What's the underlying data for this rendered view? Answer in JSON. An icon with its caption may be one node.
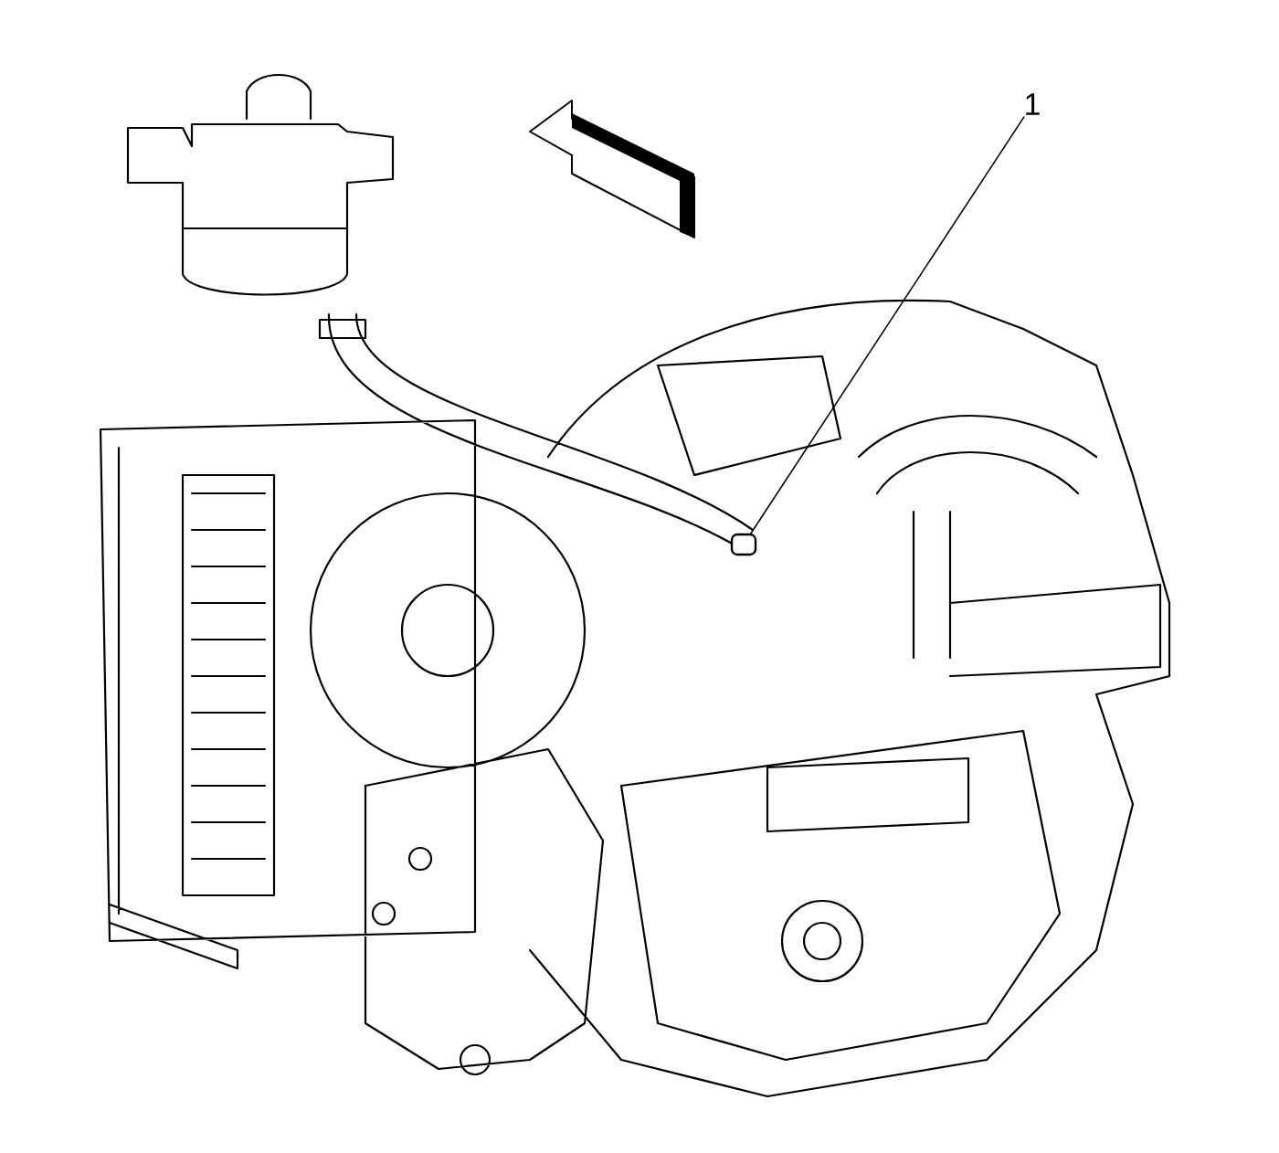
{
  "diagram": {
    "nodes": [
      {
        "text": [
          "1"
        ]
      },
      {
        "text": [],
        "shape": "box"
      }
    ],
    "edges": [
      {
        "from": 0,
        "to": 1,
        "arrow": "none"
      }
    ]
  }
}
